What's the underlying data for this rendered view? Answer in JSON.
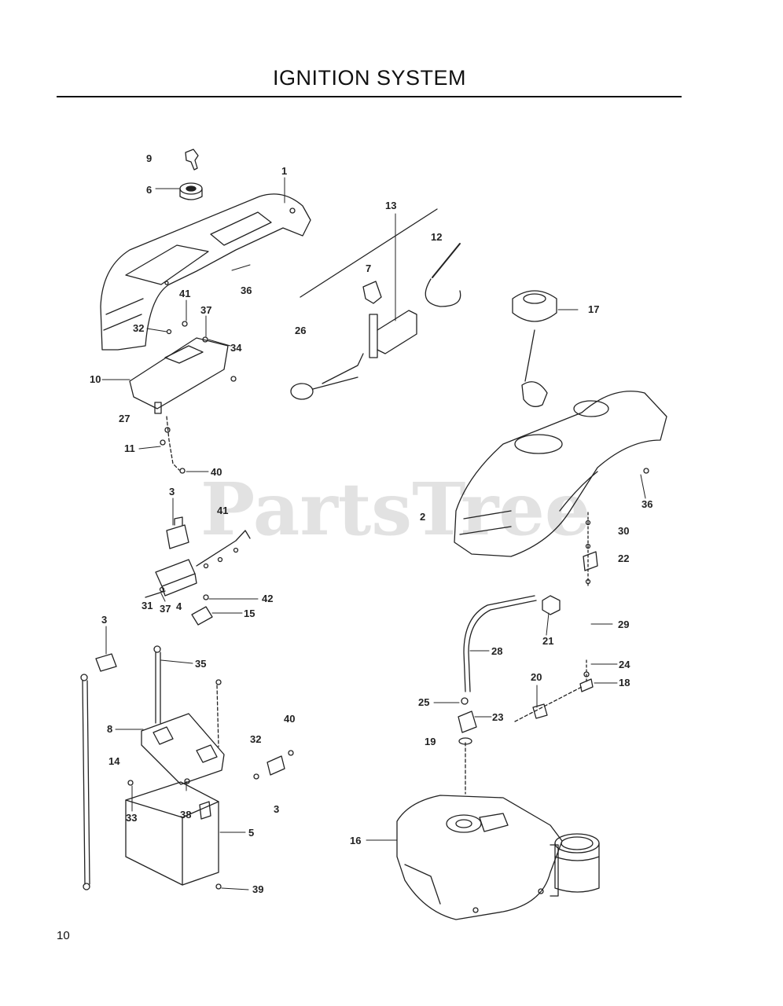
{
  "page": {
    "title": "IGNITION SYSTEM",
    "page_number": "10"
  },
  "watermark": {
    "text": "PartsTree"
  },
  "callouts": [
    {
      "id": "c9",
      "text": "9"
    },
    {
      "id": "c6",
      "text": "6"
    },
    {
      "id": "c1",
      "text": "1"
    },
    {
      "id": "c13",
      "text": "13"
    },
    {
      "id": "c12",
      "text": "12"
    },
    {
      "id": "c7",
      "text": "7"
    },
    {
      "id": "c36a",
      "text": "36"
    },
    {
      "id": "c41a",
      "text": "41"
    },
    {
      "id": "c37a",
      "text": "37"
    },
    {
      "id": "c32a",
      "text": "32"
    },
    {
      "id": "c34",
      "text": "34"
    },
    {
      "id": "c26",
      "text": "26"
    },
    {
      "id": "c17",
      "text": "17"
    },
    {
      "id": "c10",
      "text": "10"
    },
    {
      "id": "c27",
      "text": "27"
    },
    {
      "id": "c11",
      "text": "11"
    },
    {
      "id": "c40a",
      "text": "40"
    },
    {
      "id": "c36b",
      "text": "36"
    },
    {
      "id": "c3a",
      "text": "3"
    },
    {
      "id": "c41b",
      "text": "41"
    },
    {
      "id": "c2",
      "text": "2"
    },
    {
      "id": "c30",
      "text": "30"
    },
    {
      "id": "c22",
      "text": "22"
    },
    {
      "id": "c42",
      "text": "42"
    },
    {
      "id": "c4",
      "text": "4"
    },
    {
      "id": "c15",
      "text": "15"
    },
    {
      "id": "c31",
      "text": "31"
    },
    {
      "id": "c37b",
      "text": "37"
    },
    {
      "id": "c3b",
      "text": "3"
    },
    {
      "id": "c21",
      "text": "21"
    },
    {
      "id": "c29",
      "text": "29"
    },
    {
      "id": "c28",
      "text": "28"
    },
    {
      "id": "c35",
      "text": "35"
    },
    {
      "id": "c24",
      "text": "24"
    },
    {
      "id": "c20",
      "text": "20"
    },
    {
      "id": "c18",
      "text": "18"
    },
    {
      "id": "c25",
      "text": "25"
    },
    {
      "id": "c23",
      "text": "23"
    },
    {
      "id": "c40b",
      "text": "40"
    },
    {
      "id": "c8",
      "text": "8"
    },
    {
      "id": "c32b",
      "text": "32"
    },
    {
      "id": "c19",
      "text": "19"
    },
    {
      "id": "c14",
      "text": "14"
    },
    {
      "id": "c3c",
      "text": "3"
    },
    {
      "id": "c38",
      "text": "38"
    },
    {
      "id": "c33",
      "text": "33"
    },
    {
      "id": "c5",
      "text": "5"
    },
    {
      "id": "c16",
      "text": "16"
    },
    {
      "id": "c39",
      "text": "39"
    }
  ]
}
